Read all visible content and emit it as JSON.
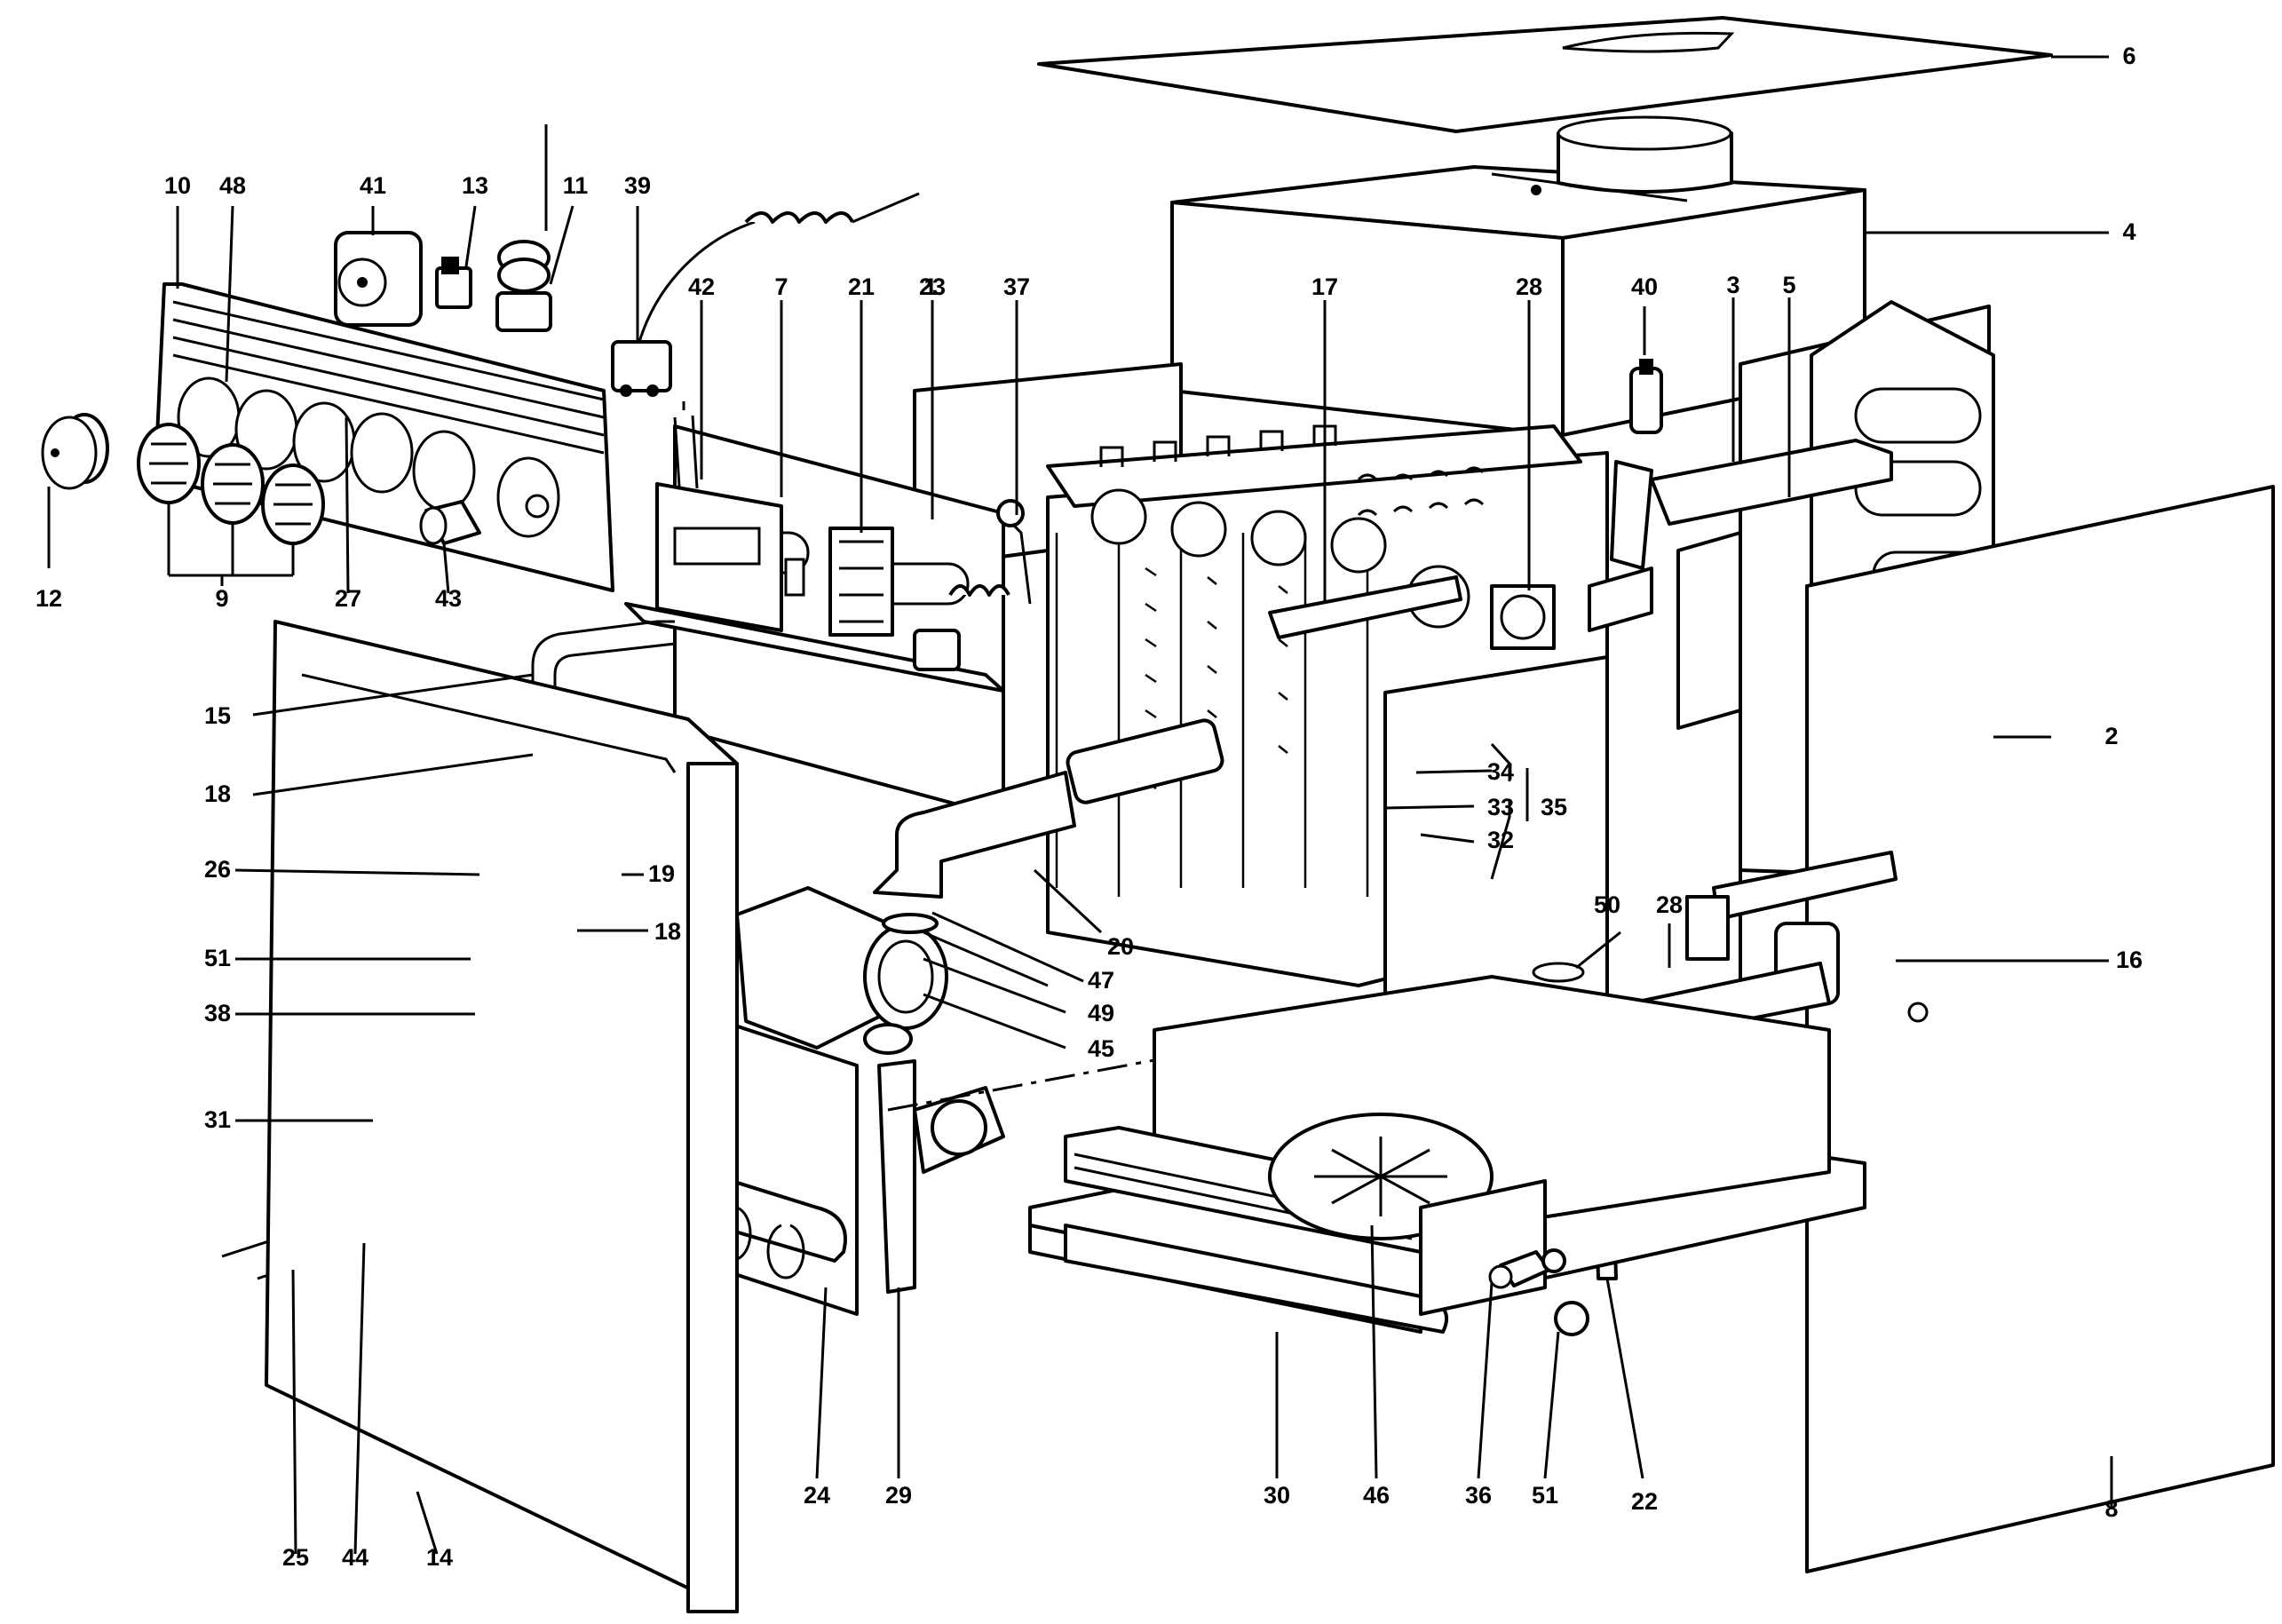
{
  "callouts": {
    "c1": "1",
    "c2": "2",
    "c3": "3",
    "c4": "4",
    "c5": "5",
    "c6": "6",
    "c7": "7",
    "c8": "8",
    "c9": "9",
    "c10": "10",
    "c11": "11",
    "c12": "12",
    "c13": "13",
    "c14": "14",
    "c15": "15",
    "c16": "16",
    "c17": "17",
    "c18a": "18",
    "c18b": "18",
    "c19": "19",
    "c20": "20",
    "c21": "21",
    "c22": "22",
    "c23": "23",
    "c24": "24",
    "c25": "25",
    "c26": "26",
    "c27": "27",
    "c28a": "28",
    "c28b": "28",
    "c29": "29",
    "c30": "30",
    "c31": "31",
    "c32": "32",
    "c33": "33",
    "c34": "34",
    "c35": "35",
    "c36": "36",
    "c37": "37",
    "c38": "38",
    "c39": "39",
    "c40": "40",
    "c41": "41",
    "c42": "42",
    "c43": "43",
    "c44": "44",
    "c45": "45",
    "c46": "46",
    "c47": "47",
    "c48": "48",
    "c49": "49",
    "c50": "50",
    "c51a": "51",
    "c51b": "51"
  }
}
